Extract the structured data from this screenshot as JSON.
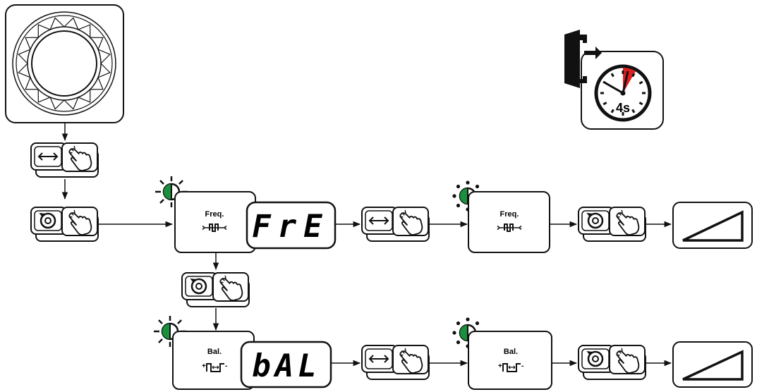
{
  "panel_freq": {
    "label": "Freq."
  },
  "panel_bal": {
    "label": "Bal."
  },
  "display_freq": {
    "text": "FrE"
  },
  "display_bal": {
    "text": "bAL"
  },
  "timeout": {
    "text": "4s"
  },
  "colors": {
    "led_green": "#1a8f3c",
    "timer_red": "#e02020",
    "stroke": "#111111"
  },
  "icons": [
    "rotary-knob-icon",
    "toggle-arrows-icon",
    "rotate-icon",
    "hand-press-icon",
    "led-status-icon",
    "exit-door-icon",
    "stopwatch-icon",
    "ramp-icon"
  ]
}
